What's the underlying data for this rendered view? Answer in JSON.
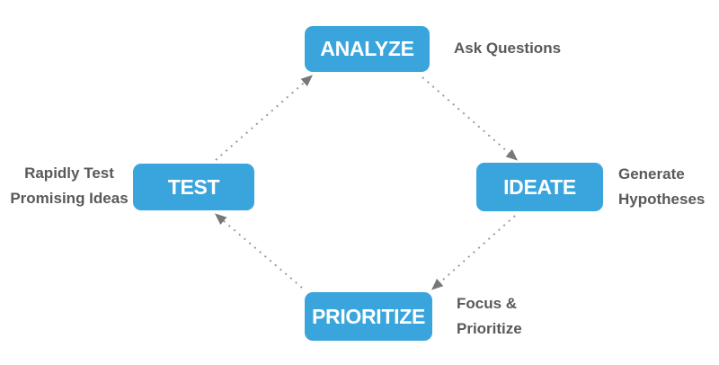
{
  "colors": {
    "accent": "#3AA5DC",
    "node-text": "#FFFFFF",
    "label-text": "#58595B",
    "arrow-dot": "#9B9B9B",
    "arrow-head": "#77787B",
    "background": "#FFFFFF"
  },
  "diagram": {
    "type": "cycle",
    "nodes": [
      {
        "id": "analyze",
        "label": "ANALYZE",
        "annotation": "Ask Questions",
        "position": "top"
      },
      {
        "id": "ideate",
        "label": "IDEATE",
        "annotation": "Generate Hypotheses",
        "position": "right"
      },
      {
        "id": "prioritize",
        "label": "PRIORITIZE",
        "annotation": "Focus & Prioritize",
        "position": "bottom"
      },
      {
        "id": "test",
        "label": "TEST",
        "annotation": "Rapidly Test Promising Ideas",
        "position": "left"
      }
    ],
    "edges": [
      {
        "from": "analyze",
        "to": "ideate"
      },
      {
        "from": "ideate",
        "to": "prioritize"
      },
      {
        "from": "prioritize",
        "to": "test"
      },
      {
        "from": "test",
        "to": "analyze"
      }
    ]
  }
}
